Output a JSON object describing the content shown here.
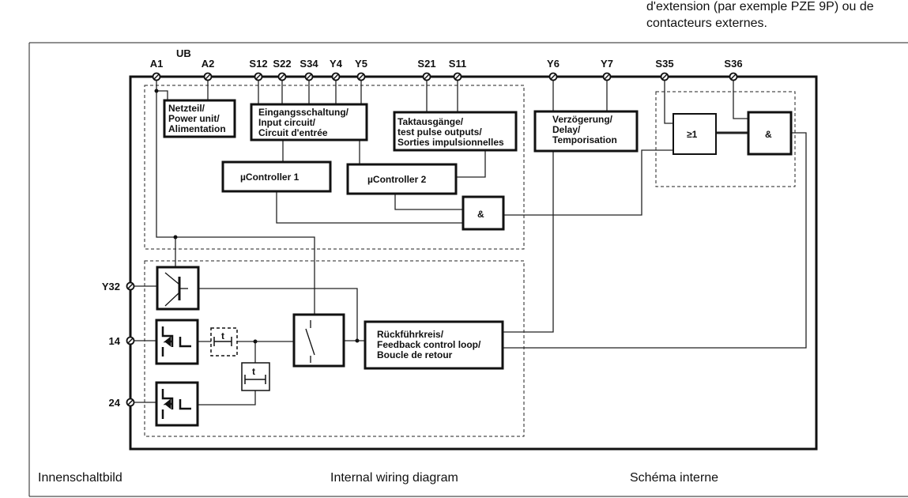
{
  "top_text": [
    "d'extension (par exemple PZE 9P) ou de",
    "contacteurs  externes."
  ],
  "supply_label": "UB",
  "terminals_top": [
    "A1",
    "A2",
    "S12",
    "S22",
    "S34",
    "Y4",
    "Y5",
    "S21",
    "S11",
    "Y6",
    "Y7",
    "S35",
    "S36"
  ],
  "terminals_left": [
    "Y32",
    "14",
    "24"
  ],
  "blocks": {
    "power_unit": [
      "Netzteil/",
      "Power unit/",
      "Alimentation"
    ],
    "input_circuit": [
      "Eingangsschaltung/",
      "Input circuit/",
      "Circuit d'entrée"
    ],
    "test_pulse": [
      "Taktausgänge/",
      "test pulse outputs/",
      "Sorties impulsionnelles"
    ],
    "uc1": "µController 1",
    "uc2": "µController 2",
    "and_gate": "&",
    "delay": [
      "Verzögerung/",
      "Delay/",
      "Temporisation"
    ],
    "or_gate": "≥1",
    "and_gate_2": "&",
    "timer_1": "t",
    "timer_2": "t",
    "feedback": [
      "Rückführkreis/",
      "Feedback control loop/",
      "Boucle de retour"
    ]
  },
  "captions": [
    "Innenschaltbild",
    "Internal wiring diagram",
    "Schéma interne"
  ]
}
